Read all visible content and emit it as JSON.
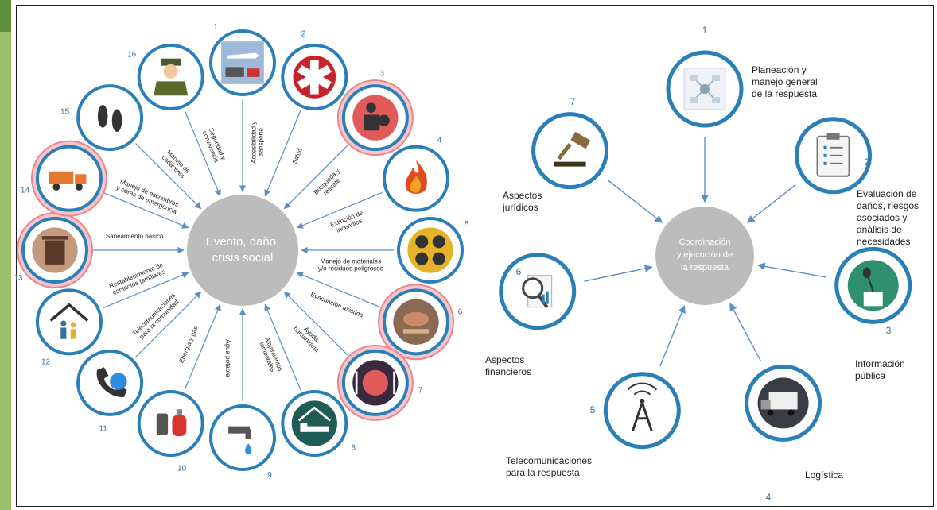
{
  "left": {
    "center_lines": [
      "Evento, daño,",
      "crisis social"
    ],
    "items": [
      {
        "num": "1",
        "label": [
          "Accesibilidad y",
          "transporte"
        ]
      },
      {
        "num": "2",
        "label": [
          "Salud"
        ]
      },
      {
        "num": "3",
        "label": [
          "Búsqueda y",
          "rescate"
        ]
      },
      {
        "num": "4",
        "label": [
          "Extinción de",
          "incendios"
        ]
      },
      {
        "num": "5",
        "label": [
          "Manejo de materiales",
          "y/o residuos peligrosos"
        ]
      },
      {
        "num": "6",
        "label": [
          "Evacuación asistida"
        ]
      },
      {
        "num": "7",
        "label": [
          "Ayuda",
          "humanitaria"
        ]
      },
      {
        "num": "8",
        "label": [
          "Alojamientos",
          "temporales"
        ]
      },
      {
        "num": "9",
        "label": [
          "Agua potable"
        ]
      },
      {
        "num": "10",
        "label": [
          "Energía y gas"
        ]
      },
      {
        "num": "11",
        "label": [
          "Telecomunicaciones",
          "para la comunidad"
        ]
      },
      {
        "num": "12",
        "label": [
          "Restablecimiento de",
          "contactos familiares"
        ]
      },
      {
        "num": "13",
        "label": [
          "Saneamiento básico"
        ]
      },
      {
        "num": "14",
        "label": [
          "Manejo de escombros",
          "y obras de emergencia"
        ]
      },
      {
        "num": "15",
        "label": [
          "Manejo de",
          "cadáveres"
        ]
      },
      {
        "num": "16",
        "label": [
          "Seguridad y",
          "convivencia"
        ]
      }
    ]
  },
  "right": {
    "center_lines": [
      "Coordinación",
      "y ejecución de",
      "la respuesta"
    ],
    "items": [
      {
        "num": "1",
        "label": [
          "Planeación y",
          "manejo general",
          "de la respuesta"
        ]
      },
      {
        "num": "2",
        "label": [
          "Evaluación de",
          "daños, riesgos",
          "asociados y",
          "análisis de",
          "necesidades"
        ]
      },
      {
        "num": "3",
        "label": [
          "Información",
          "pública"
        ]
      },
      {
        "num": "4",
        "label": [
          "Logística"
        ]
      },
      {
        "num": "5",
        "label": [
          "Telecomunicaciones",
          "para la respuesta"
        ]
      },
      {
        "num": "6",
        "label": [
          "Aspectos",
          "financieros"
        ]
      },
      {
        "num": "7",
        "label": [
          "Aspectos",
          "jurídicos"
        ]
      }
    ]
  },
  "colors": {
    "hub": "#bcbcbc",
    "ring": "#2a7fb8",
    "pink_halo": "#e7868f",
    "arrow": "#5b8fc4",
    "text": "#222222",
    "number": "#3a6f9c"
  },
  "icons": {
    "left": [
      "transport-icon",
      "medical-icon",
      "rescue-icon",
      "fire-icon",
      "hazmat-icon",
      "evacuation-icon",
      "food-plate-icon",
      "bed-icon",
      "water-tap-icon",
      "gas-cylinder-icon",
      "phone-icon",
      "house-family-icon",
      "trash-can-icon",
      "dump-truck-icon",
      "footprints-icon",
      "soldier-icon"
    ],
    "right": [
      "network-chart-icon",
      "clipboard-icon",
      "microphone-icon",
      "truck-icon",
      "antenna-icon",
      "finance-icon",
      "gavel-icon"
    ]
  }
}
